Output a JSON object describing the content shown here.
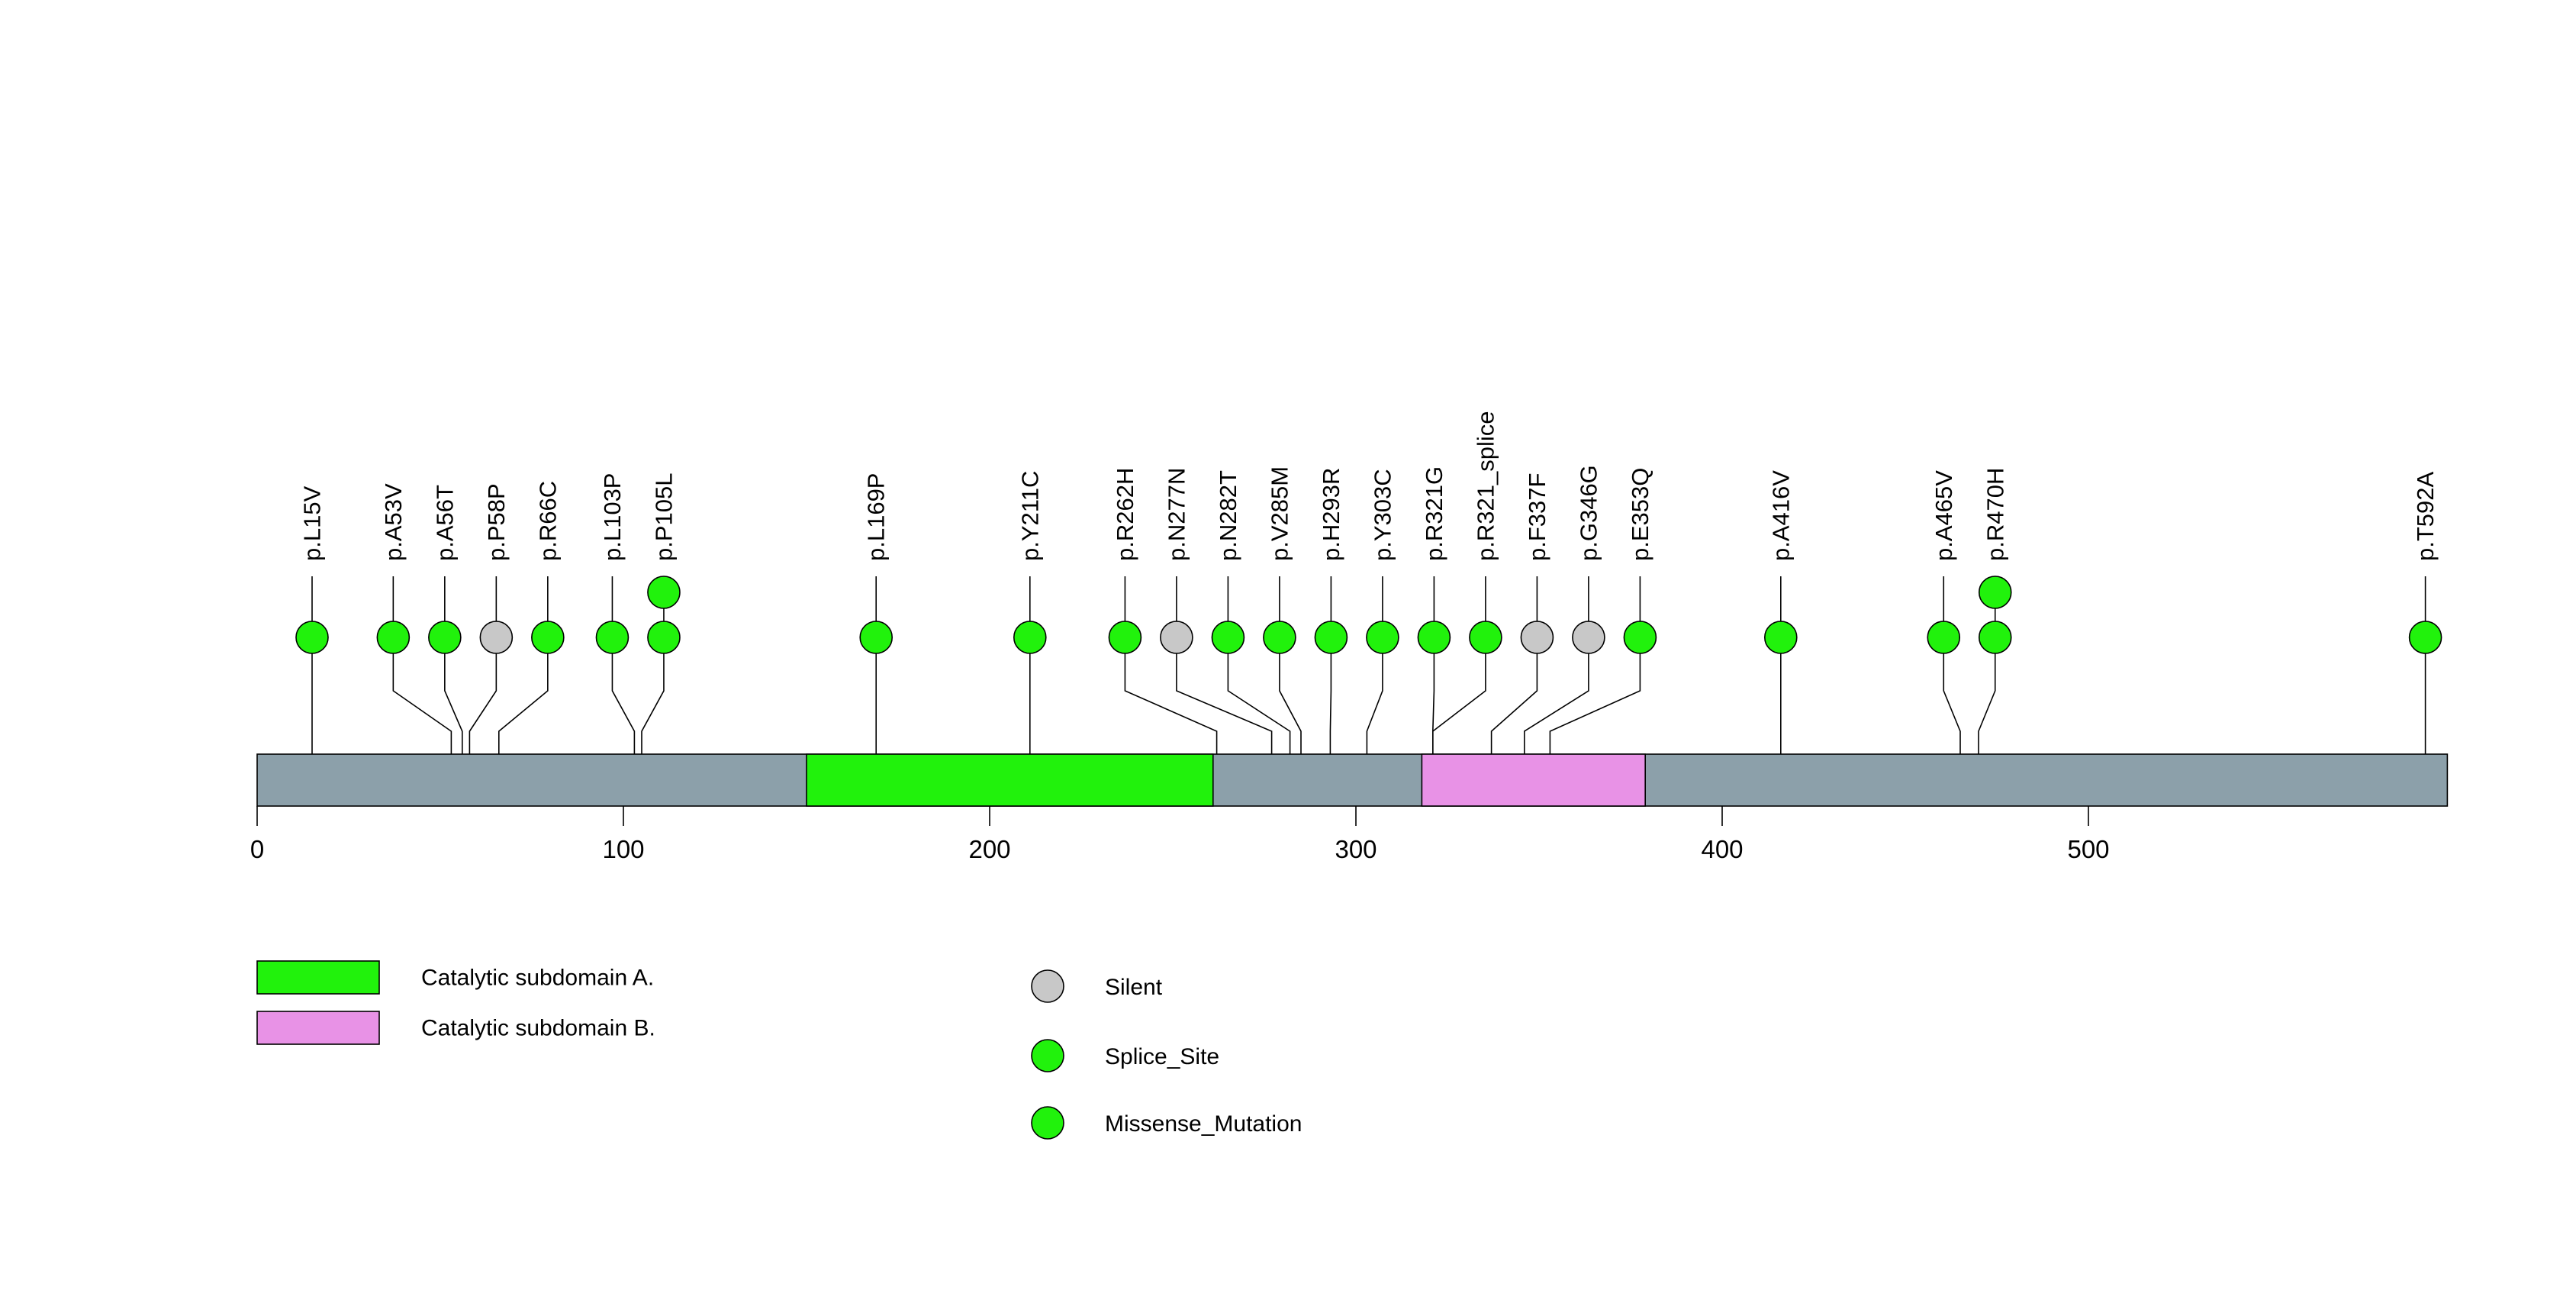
{
  "chart_data": {
    "type": "lollipop",
    "title": "",
    "xlabel": "",
    "ylabel": "",
    "axis_ticks": [
      0,
      100,
      200,
      300,
      400,
      500
    ],
    "protein_length": 598,
    "xlim": [
      0,
      598
    ],
    "grid": false,
    "backbone_color": "#8CA0AA",
    "stroke_color": "#000000",
    "domains": [
      {
        "name": "Catalytic subdomain A.",
        "start": 150,
        "end": 261,
        "color": "#21F20C"
      },
      {
        "name": "Catalytic subdomain B.",
        "start": 318,
        "end": 379,
        "color": "#E892E6"
      }
    ],
    "mutation_types": [
      {
        "label": "Silent",
        "color": "#C8C8C8"
      },
      {
        "label": "Splice_Site",
        "color": "#21F20C"
      },
      {
        "label": "Missense_Mutation",
        "color": "#21F20C"
      }
    ],
    "mutations": [
      {
        "label": "p.L15V",
        "residue": 15,
        "type": "Missense_Mutation",
        "count": 1
      },
      {
        "label": "p.A53V",
        "residue": 53,
        "type": "Missense_Mutation",
        "count": 1
      },
      {
        "label": "p.A56T",
        "residue": 56,
        "type": "Missense_Mutation",
        "count": 1
      },
      {
        "label": "p.P58P",
        "residue": 58,
        "type": "Silent",
        "count": 1
      },
      {
        "label": "p.R66C",
        "residue": 66,
        "type": "Missense_Mutation",
        "count": 1
      },
      {
        "label": "p.L103P",
        "residue": 103,
        "type": "Missense_Mutation",
        "count": 1
      },
      {
        "label": "p.P105L",
        "residue": 105,
        "type": "Missense_Mutation",
        "count": 2
      },
      {
        "label": "p.L169P",
        "residue": 169,
        "type": "Missense_Mutation",
        "count": 1
      },
      {
        "label": "p.Y211C",
        "residue": 211,
        "type": "Missense_Mutation",
        "count": 1
      },
      {
        "label": "p.R262H",
        "residue": 262,
        "type": "Missense_Mutation",
        "count": 1
      },
      {
        "label": "p.N277N",
        "residue": 277,
        "type": "Silent",
        "count": 1
      },
      {
        "label": "p.N282T",
        "residue": 282,
        "type": "Missense_Mutation",
        "count": 1
      },
      {
        "label": "p.V285M",
        "residue": 285,
        "type": "Missense_Mutation",
        "count": 1
      },
      {
        "label": "p.H293R",
        "residue": 293,
        "type": "Missense_Mutation",
        "count": 1
      },
      {
        "label": "p.Y303C",
        "residue": 303,
        "type": "Missense_Mutation",
        "count": 1
      },
      {
        "label": "p.R321G",
        "residue": 321,
        "type": "Missense_Mutation",
        "count": 1
      },
      {
        "label": "p.R321_splice",
        "residue": 321,
        "type": "Splice_Site",
        "count": 1
      },
      {
        "label": "p.F337F",
        "residue": 337,
        "type": "Silent",
        "count": 1
      },
      {
        "label": "p.G346G",
        "residue": 346,
        "type": "Silent",
        "count": 1
      },
      {
        "label": "p.E353Q",
        "residue": 353,
        "type": "Missense_Mutation",
        "count": 1
      },
      {
        "label": "p.A416V",
        "residue": 416,
        "type": "Missense_Mutation",
        "count": 1
      },
      {
        "label": "p.A465V",
        "residue": 465,
        "type": "Missense_Mutation",
        "count": 1
      },
      {
        "label": "p.R470H",
        "residue": 470,
        "type": "Missense_Mutation",
        "count": 2
      },
      {
        "label": "p.T592A",
        "residue": 592,
        "type": "Missense_Mutation",
        "count": 1
      }
    ],
    "legend_position": "bottom"
  }
}
